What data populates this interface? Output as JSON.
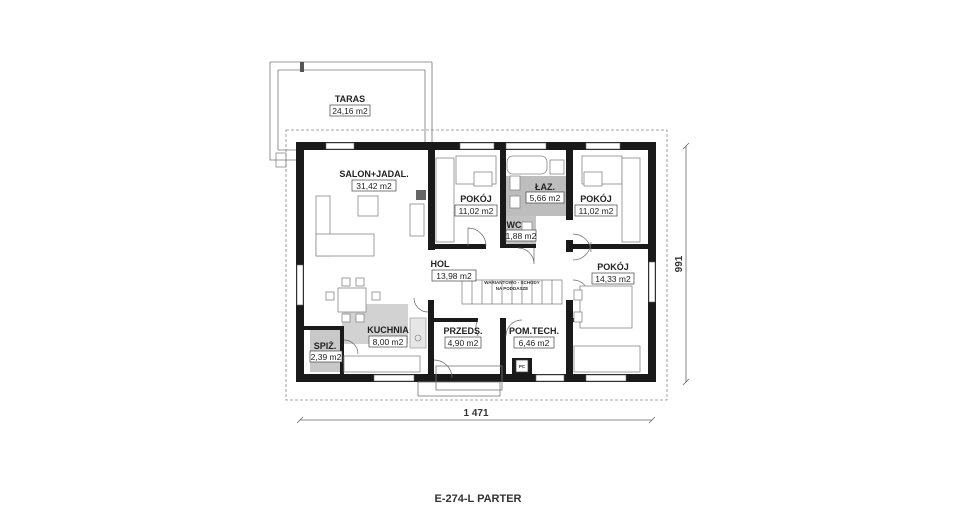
{
  "rooms": {
    "taras": {
      "name": "TARAS",
      "area": "24,16 m2"
    },
    "salon": {
      "name": "SALON+JADAL.",
      "area": "31,42 m2"
    },
    "pokoj1": {
      "name": "POKÓJ",
      "area": "11,02 m2"
    },
    "laz": {
      "name": "ŁAZ.",
      "area": "5,66 m2"
    },
    "pokoj2": {
      "name": "POKÓJ",
      "area": "11,02 m2"
    },
    "wc": {
      "name": "WC",
      "area": "1,88 m2"
    },
    "hol": {
      "name": "HOL",
      "area": "13,98 m2"
    },
    "pokoj3": {
      "name": "POKÓJ",
      "area": "14,33 m2"
    },
    "spiz": {
      "name": "SPIŻ.",
      "area": "2,39 m2"
    },
    "kuchnia": {
      "name": "KUCHNIA",
      "area": "8,00 m2"
    },
    "przeds": {
      "name": "PRZEDS.",
      "area": "4,90 m2"
    },
    "pomtech": {
      "name": "POM.TECH.",
      "area": "6,46 m2"
    }
  },
  "notes": {
    "stairs_line1": "WARIANTOWO - SCHODY",
    "stairs_line2": "NA PODDASZE",
    "pc": "PC"
  },
  "dimensions": {
    "width": "1 471",
    "height": "991"
  },
  "caption": "E-274-L PARTER"
}
